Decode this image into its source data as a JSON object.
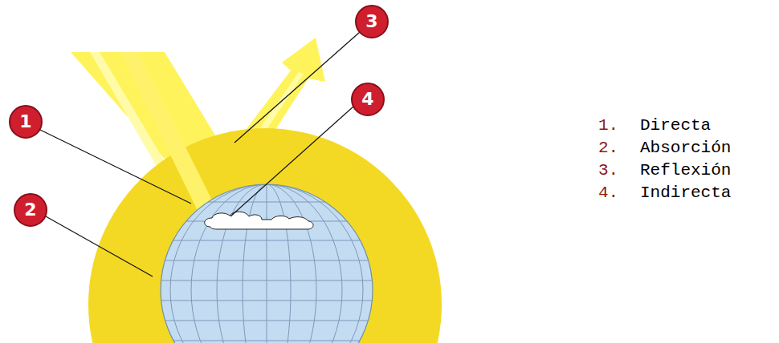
{
  "diagram": {
    "labels": [
      "1",
      "2",
      "3",
      "4",
      "1.",
      "Directa",
      "2.",
      "Absorción",
      "3.",
      "Reflexión",
      "4.",
      "Indirecta"
    ]
  }
}
